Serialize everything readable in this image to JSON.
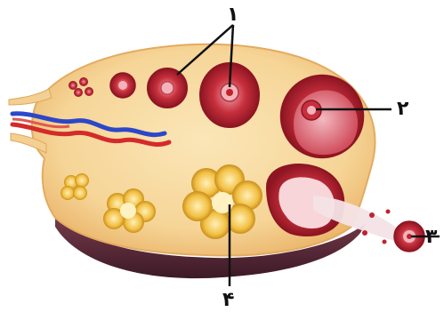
{
  "labels": {
    "one": "۱",
    "two": "۲",
    "three": "۳",
    "four": "۴"
  },
  "colors": {
    "stroma": "#f7d99a",
    "stroma_edge": "#e9b96d",
    "follicle": "#c0222e",
    "follicle_dark": "#8e1522",
    "corpus_luteum": "#f4c24a",
    "vein": "#2c47c9",
    "artery": "#d42a2a",
    "base": "#5a2c3a",
    "leader": "#111111"
  }
}
